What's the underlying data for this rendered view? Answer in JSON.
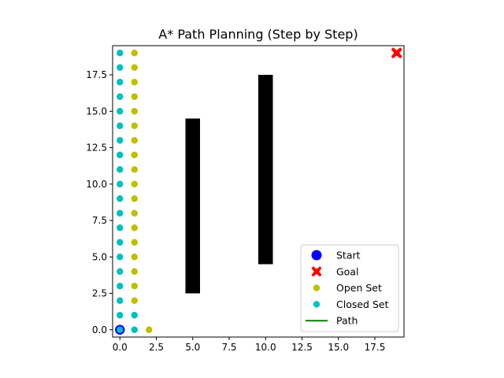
{
  "chart_data": {
    "type": "scatter",
    "title": "A* Path Planning (Step by Step)",
    "xlabel": "",
    "ylabel": "",
    "xlim": [
      -0.5,
      19.5
    ],
    "ylim": [
      -0.5,
      19.5
    ],
    "xticks": [
      0.0,
      2.5,
      5.0,
      7.5,
      10.0,
      12.5,
      15.0,
      17.5
    ],
    "yticks": [
      0.0,
      2.5,
      5.0,
      7.5,
      10.0,
      12.5,
      15.0,
      17.5
    ],
    "xtick_labels": [
      "0.0",
      "2.5",
      "5.0",
      "7.5",
      "10.0",
      "12.5",
      "15.0",
      "17.5"
    ],
    "ytick_labels": [
      "0.0",
      "2.5",
      "5.0",
      "7.5",
      "10.0",
      "12.5",
      "15.0",
      "17.5"
    ],
    "grid": false,
    "legend_position": "lower-right",
    "obstacles": [
      {
        "x0": 4.5,
        "x1": 5.5,
        "y0": 2.5,
        "y1": 14.5
      },
      {
        "x0": 9.5,
        "x1": 10.5,
        "y0": 4.5,
        "y1": 17.5
      }
    ],
    "series": [
      {
        "name": "Start",
        "marker": "circle-large",
        "color": "#0000ff",
        "points": [
          [
            0,
            0
          ]
        ]
      },
      {
        "name": "Goal",
        "marker": "x-filled",
        "color": "#ff0000",
        "points": [
          [
            19,
            19
          ]
        ]
      },
      {
        "name": "Open Set",
        "marker": "circle",
        "color": "#bfbf00",
        "points": [
          [
            1,
            2
          ],
          [
            1,
            3
          ],
          [
            1,
            4
          ],
          [
            1,
            5
          ],
          [
            1,
            6
          ],
          [
            1,
            7
          ],
          [
            1,
            8
          ],
          [
            1,
            9
          ],
          [
            1,
            10
          ],
          [
            1,
            11
          ],
          [
            1,
            12
          ],
          [
            1,
            13
          ],
          [
            1,
            14
          ],
          [
            1,
            15
          ],
          [
            1,
            16
          ],
          [
            1,
            17
          ],
          [
            1,
            18
          ],
          [
            1,
            19
          ],
          [
            2,
            0
          ]
        ]
      },
      {
        "name": "Closed Set",
        "marker": "circle",
        "color": "#00bfbf",
        "points": [
          [
            0,
            0
          ],
          [
            0,
            1
          ],
          [
            0,
            2
          ],
          [
            0,
            3
          ],
          [
            0,
            4
          ],
          [
            0,
            5
          ],
          [
            0,
            6
          ],
          [
            0,
            7
          ],
          [
            0,
            8
          ],
          [
            0,
            9
          ],
          [
            0,
            10
          ],
          [
            0,
            11
          ],
          [
            0,
            12
          ],
          [
            0,
            13
          ],
          [
            0,
            14
          ],
          [
            0,
            15
          ],
          [
            0,
            16
          ],
          [
            0,
            17
          ],
          [
            0,
            18
          ],
          [
            0,
            19
          ],
          [
            1,
            0
          ],
          [
            1,
            1
          ]
        ]
      },
      {
        "name": "Path",
        "marker": "line",
        "color": "#008000",
        "points": []
      }
    ]
  }
}
